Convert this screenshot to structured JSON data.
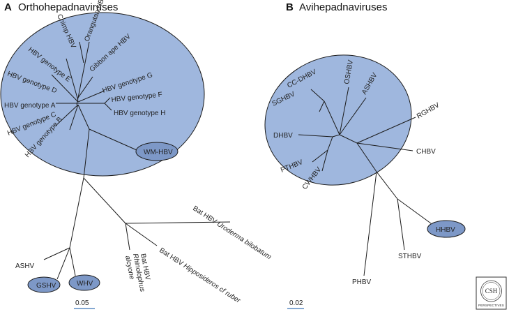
{
  "panel_a": {
    "letter": "A",
    "title": "Orthohepadnaviruses",
    "labels": {
      "orangutan": "Orangutan HBV",
      "chimp": "Chimp HBV",
      "gibbon": "Gibbon ape HBV",
      "gen_e": "HBV genotype E",
      "gen_g": "HBV genotype G",
      "gen_d": "HBV genotype D",
      "gen_f": "HBV genotype F",
      "gen_a": "HBV genotype A",
      "gen_h": "HBV genotype H",
      "gen_c": "HBV genotype C",
      "gen_b": "HBV genotype B",
      "wmhbv": "WM-HBV",
      "bat_uroderma_pre": "Bat HBV ",
      "bat_uroderma_it": "Uroderma bilobatum",
      "bat_hippo_pre": "Bat HBV ",
      "bat_hippo_it": "Hipposideros cf ruber",
      "bat_rhino_1": "Bat HBV",
      "bat_rhino_2": "Rhinolophus",
      "bat_rhino_3": "alcyone",
      "ashv": "ASHV",
      "gshv": "GSHV",
      "whv": "WHV"
    },
    "scale": "0.05"
  },
  "panel_b": {
    "letter": "B",
    "title": "Avihepadnaviruses",
    "labels": {
      "cc_dhbv": "CC-DHBV",
      "oshbv": "OSHBV",
      "ashbv": "ASHBV",
      "sghbv": "SGHBV",
      "rghbv": "RGHBV",
      "dhbv": "DHBV",
      "chbv": "CHBV",
      "pthbv": "PTHBV",
      "cwhbv": "CWHBV",
      "hhbv": "HHBV",
      "sthbv": "STHBV",
      "phbv": "PHBV"
    },
    "scale": "0.02"
  },
  "logo": {
    "text": "CSH",
    "subtitle": "PERSPECTIVES"
  }
}
